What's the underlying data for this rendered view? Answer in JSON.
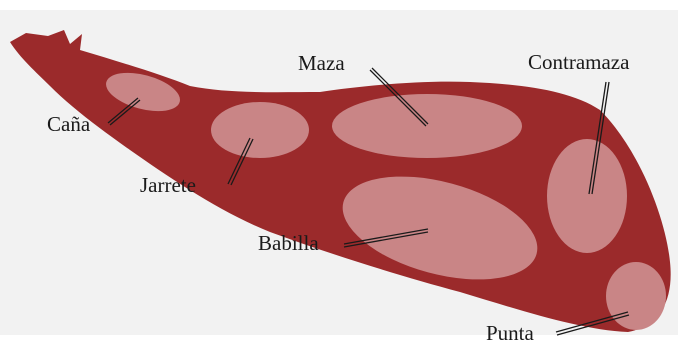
{
  "colors": {
    "background": "#f2f2f2",
    "ham": "#9b2a2b",
    "region": "#c98586",
    "leader": "#1a1a1a"
  },
  "labels": {
    "cana": "Caña",
    "maza": "Maza",
    "contramaza": "Contramaza",
    "jarrete": "Jarrete",
    "babilla": "Babilla",
    "punta": "Punta"
  }
}
